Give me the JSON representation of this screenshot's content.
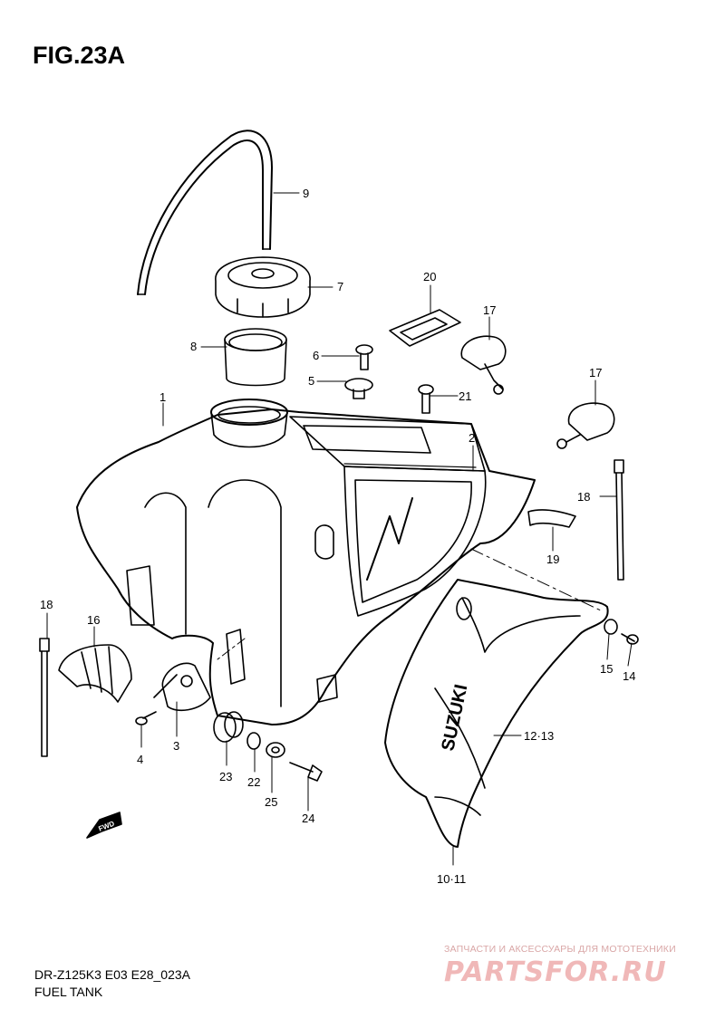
{
  "figure": {
    "title": "FIG.23A",
    "model_code": "DR-Z125K3 E03 E28_023A",
    "part_name": "FUEL TANK"
  },
  "callouts": [
    "1",
    "2",
    "3",
    "4",
    "5",
    "6",
    "7",
    "8",
    "9",
    "10·11",
    "12·13",
    "14",
    "15",
    "16",
    "17",
    "17",
    "18",
    "18",
    "19",
    "20",
    "21",
    "22",
    "23",
    "24",
    "25"
  ],
  "embedded_text": {
    "fwd_arrow": "FWD",
    "decal_brand": "SUZUKI"
  },
  "watermark": {
    "tagline": "ЗАПЧАСТИ И АКСЕССУАРЫ ДЛЯ МОТОТЕХНИКИ",
    "logo": "PARTSFOR.RU"
  }
}
